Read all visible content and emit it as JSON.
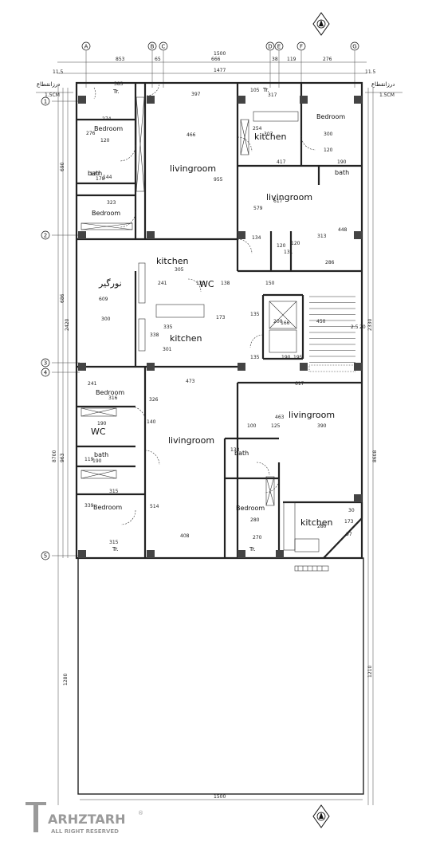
{
  "grid_columns": [
    "A",
    "B",
    "C",
    "D",
    "E",
    "F",
    "G"
  ],
  "grid_rows": [
    "1",
    "2",
    "3",
    "4",
    "5"
  ],
  "top_dims": [
    "853",
    "65",
    "666",
    "38",
    "119",
    "276",
    "1500",
    "1477",
    "11.5",
    "11.5"
  ],
  "section_label_left": "درزانقطاع",
  "section_label_right": "درزانقطاع",
  "section_gap_left": "1.5CM",
  "section_gap_right": "1.5CM",
  "left_dims": [
    "690",
    "686",
    "2420",
    "8700",
    "963",
    "1280"
  ],
  "right_dims": [
    "2330",
    "8608",
    "1210"
  ],
  "bottom_dim": "1500",
  "rooms": {
    "bedroom_top_left": "Bedroom",
    "bedroom_2_left": "Bedroom",
    "bath_top_left": "bath",
    "livingroom_top": "livingroom",
    "kitchen_top_right": "kitchen",
    "bedroom_top_right": "Bedroom",
    "bath_top_right": "bath",
    "livingroom_top_right": "livingroom",
    "kitchen_mid": "kitchen",
    "kitchen_mid_2": "kitchen",
    "lightwell": "نورگیر",
    "wc_mid": "WC",
    "bedroom_mid_left": "Bedroom",
    "wc_left": "WC",
    "bath_lower_left": "bath",
    "livingroom_lower": "livingroom",
    "livingroom_lower_right": "livingroom",
    "bath_lower_mid": "bath",
    "bedroom_lower_left": "Bedroom",
    "bedroom_lower_mid": "Bedroom",
    "kitchen_lower_right": "kitchen",
    "terrace_top_left": "Tr.",
    "terrace_top_mid": "Tr.",
    "terrace_bottom_left": "Tr.",
    "terrace_bottom_mid": "Tr."
  },
  "inner_dims": [
    "383",
    "274",
    "276",
    "144",
    "178",
    "120",
    "323",
    "397",
    "466",
    "955",
    "307",
    "300",
    "417",
    "190",
    "579",
    "617",
    "448",
    "313",
    "134",
    "120",
    "286",
    "131",
    "305",
    "241",
    "120",
    "138",
    "609",
    "150",
    "300",
    "173",
    "335",
    "135",
    "338",
    "301",
    "473",
    "200",
    "166",
    "190",
    "135",
    "617",
    "241",
    "316",
    "326",
    "190",
    "463",
    "100",
    "125",
    "390",
    "140",
    "119",
    "190",
    "133",
    "514",
    "315",
    "339",
    "270",
    "408",
    "315",
    "280",
    "173",
    "30",
    "97",
    "280",
    "450",
    "20",
    "2.5",
    "195",
    "317",
    "105",
    "120",
    "254",
    "120",
    "120"
  ],
  "watermark": {
    "brand": "ARHZTARH",
    "tagline": "ALL RIGHT RESERVED",
    "reg": "®"
  }
}
